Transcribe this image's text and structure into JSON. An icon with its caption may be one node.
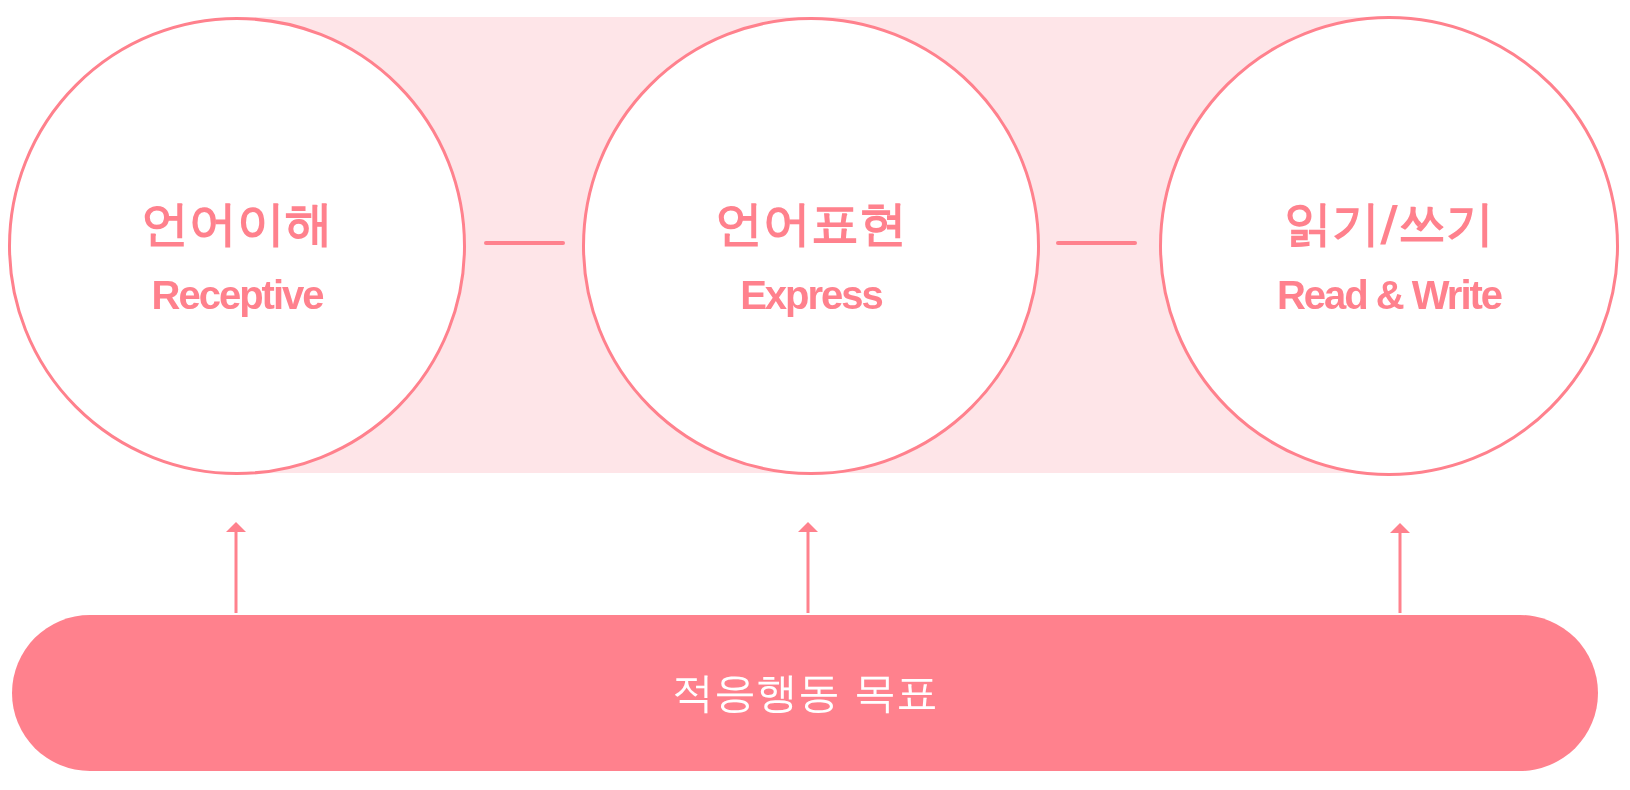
{
  "diagram": {
    "nodes": [
      {
        "text": [
          "언어이해",
          "Receptive"
        ]
      },
      {
        "text": [
          "언어표현",
          "Express"
        ]
      },
      {
        "text": [
          "읽기/쓰기",
          "Read & Write"
        ]
      },
      {
        "text": [
          "적응행동 목표"
        ]
      }
    ],
    "edges": [
      {
        "from": 0,
        "to": 1,
        "arrow": "none"
      },
      {
        "from": 1,
        "to": 2,
        "arrow": "none"
      },
      {
        "from": 3,
        "to": 0,
        "arrow": "to"
      },
      {
        "from": 3,
        "to": 1,
        "arrow": "to"
      },
      {
        "from": 3,
        "to": 2,
        "arrow": "to"
      }
    ]
  }
}
